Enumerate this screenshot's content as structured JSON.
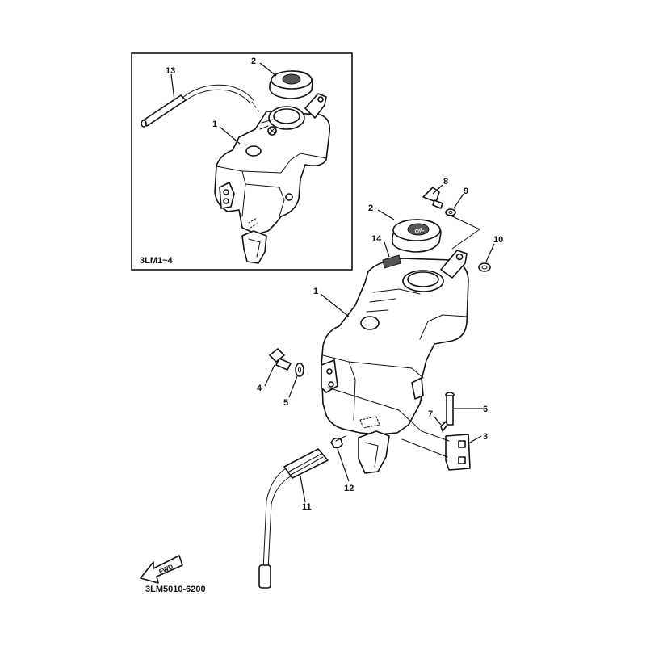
{
  "inset": {
    "model_label": "3LM1~4"
  },
  "code": "3LM5010-6200",
  "fwd_label": "FWD",
  "cap_text": "OIL",
  "callouts": {
    "inset_1": "1",
    "inset_2": "2",
    "inset_13": "13",
    "main_1": "1",
    "main_2": "2",
    "main_3": "3",
    "main_4": "4",
    "main_5": "5",
    "main_6": "6",
    "main_7": "7",
    "main_8": "8",
    "main_9": "9",
    "main_10": "10",
    "main_11": "11",
    "main_12": "12",
    "main_14": "14"
  }
}
